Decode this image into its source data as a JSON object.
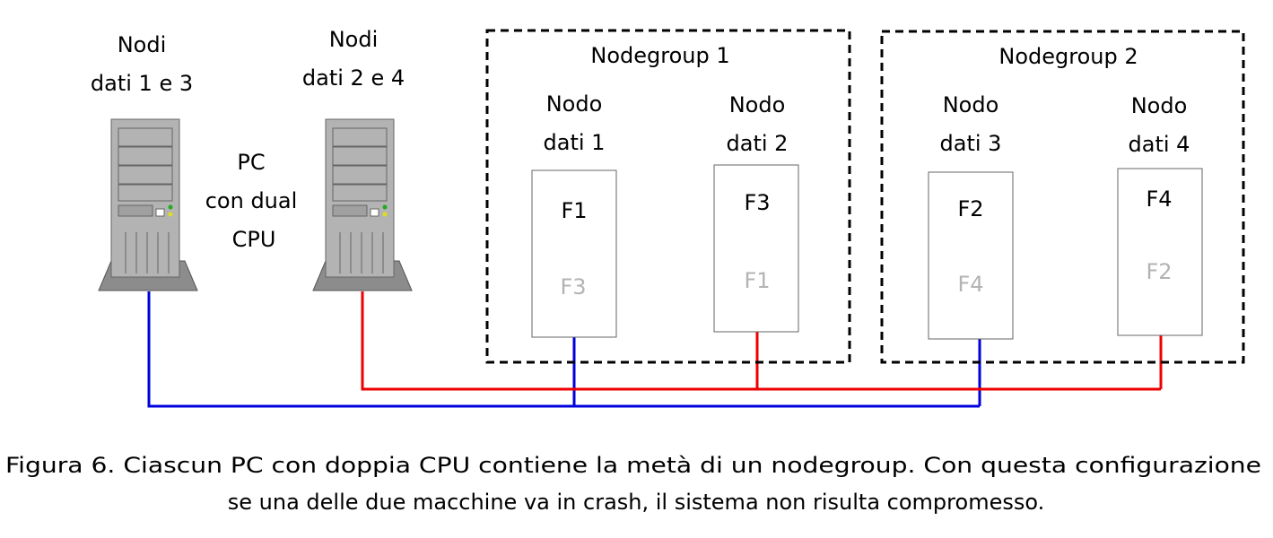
{
  "servers": [
    {
      "id": "server-a",
      "label_line1": "Nodi",
      "label_line2": "dati 1 e 3",
      "cable_color": "#0000dd"
    },
    {
      "id": "server-b",
      "label_line1": "Nodi",
      "label_line2": "dati 2 e 4",
      "cable_color": "#ee0000"
    }
  ],
  "pc_label": {
    "line1": "PC",
    "line2": "con dual",
    "line3": "CPU"
  },
  "nodegroups": [
    {
      "title": "Nodegroup 1",
      "nodes": [
        {
          "label_line1": "Nodo",
          "label_line2": "dati 1",
          "primary": "F1",
          "replica": "F3",
          "cable": "blue"
        },
        {
          "label_line1": "Nodo",
          "label_line2": "dati 2",
          "primary": "F3",
          "replica": "F1",
          "cable": "red"
        }
      ]
    },
    {
      "title": "Nodegroup 2",
      "nodes": [
        {
          "label_line1": "Nodo",
          "label_line2": "dati 3",
          "primary": "F2",
          "replica": "F4",
          "cable": "blue"
        },
        {
          "label_line1": "Nodo",
          "label_line2": "dati 4",
          "primary": "F4",
          "replica": "F2",
          "cable": "red"
        }
      ]
    }
  ],
  "colors": {
    "blue_cable": "#0000dd",
    "red_cable": "#ee0000",
    "replica_text": "#b3b3b3",
    "server_body": "#b3b3b3"
  },
  "caption": {
    "line1": "Figura 6. Ciascun PC con doppia CPU contiene la metà di un nodegroup. Con questa configurazione",
    "line2": "se una delle due macchine va in crash, il sistema non risulta compromesso."
  }
}
